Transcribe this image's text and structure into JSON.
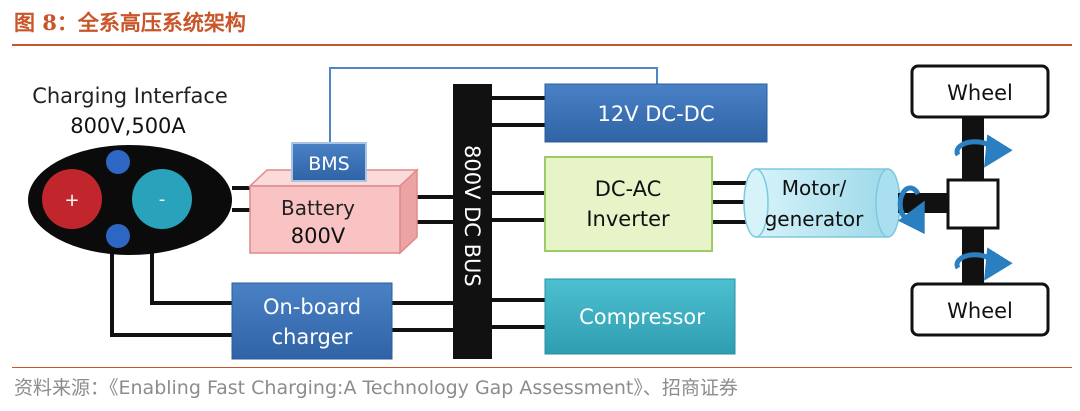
{
  "figure": {
    "title": "图 8：全系高压系统架构",
    "source": "资料来源：《Enabling Fast Charging:A Technology Gap Assessment》、招商证券"
  },
  "diagram": {
    "charging_interface": {
      "label": "Charging Interface",
      "rating": "800V,500A",
      "plus": "+",
      "minus": "-"
    },
    "bms": "BMS",
    "battery": {
      "label": "Battery",
      "voltage": "800V"
    },
    "dc_bus": "800V DC BUS",
    "dcdc": "12V DC-DC",
    "inverter": {
      "line1": "DC-AC",
      "line2": "Inverter"
    },
    "motor": {
      "line1": "Motor/",
      "line2": "generator"
    },
    "onboard_charger": {
      "line1": "On-board",
      "line2": "charger"
    },
    "compressor": "Compressor",
    "wheel_top": "Wheel",
    "wheel_bottom": "Wheel"
  },
  "colors": {
    "accent": "#c8562a",
    "blue_box": "#3d74b8",
    "teal_box": "#3fb1c2",
    "green_box": "#e6f4c8",
    "battery_fill": "#f9c3c3",
    "motor_fill": "#bde8f3",
    "bus": "#111111",
    "plus_terminal": "#c0262c",
    "minus_terminal": "#29a3bb",
    "pin_blue": "#2e67c3",
    "arrow": "#2a7fc0"
  }
}
